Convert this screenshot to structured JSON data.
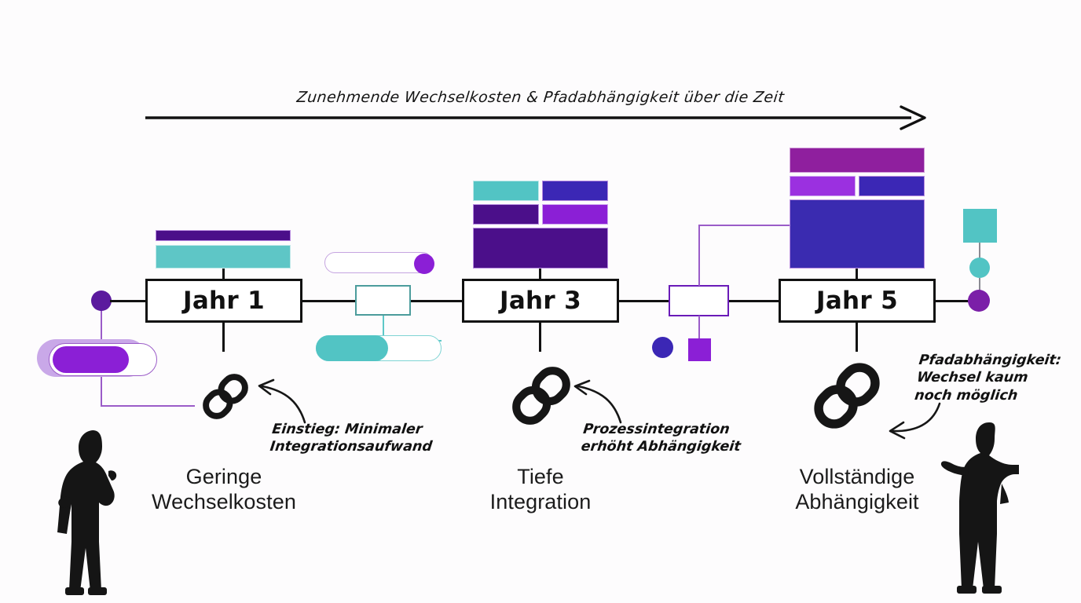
{
  "headline": "Zunehmende Wechselkosten & Pfadabhängigkeit über die Zeit",
  "milestones": [
    {
      "label": "Jahr 1",
      "caption": "Geringe\nWechselkosten"
    },
    {
      "label": "Jahr 3",
      "caption": "Tiefe\nIntegration"
    },
    {
      "label": "Jahr 5",
      "caption": "Vollständige\nAbhängigkeit"
    }
  ],
  "annotations": [
    {
      "name": "annotation-year1",
      "text": "Einstieg: Minimaler\nIntegrationsaufwand"
    },
    {
      "name": "annotation-year3",
      "text": "Prozessintegration\nerhöht Abhängigkeit"
    },
    {
      "name": "annotation-year5",
      "text": "Pfadabhängigkeit:\nWechsel kaum\nnoch möglich"
    }
  ],
  "icons": {
    "chain": "chain-link-icon",
    "arrow": "curved-arrow-icon",
    "timeline_arrow": "timeline-arrow-icon",
    "person_left": "businessman-phone-silhouette",
    "person_right": "businessman-gesturing-silhouette"
  },
  "colors": {
    "teal": "#52c4c4",
    "teal_light": "#6fcccc",
    "purple_dark": "#4b0f8a",
    "purple": "#8b1fd6",
    "purple_mid": "#6a1b9a",
    "indigo": "#3b27b5",
    "indigo_deep": "#3a2bb0",
    "magenta": "#8f1f9e",
    "violet": "#9b30e0",
    "line_purple": "#9b5cc8",
    "black": "#111111",
    "background": "#fdfcfd"
  },
  "chart_data": {
    "type": "diagram",
    "title": "Zunehmende Wechselkosten & Pfadabhängigkeit über die Zeit",
    "stages": [
      {
        "milestone": "Jahr 1",
        "caption": "Geringe Wechselkosten",
        "annotation": "Einstieg: Minimaler Integrationsaufwand",
        "stack_blocks": [
          {
            "color": "#4b0f8a",
            "width": 172,
            "height": 14
          },
          {
            "color": "#5ec6c6",
            "width": 172,
            "height": 30
          }
        ],
        "stack_total_height": 48,
        "relative_dependency": 1
      },
      {
        "milestone": "Jahr 3",
        "caption": "Tiefe Integration",
        "annotation": "Prozessintegration erhöht Abhängigkeit",
        "stack_blocks": [
          {
            "color": "#52c4c4",
            "width": 84,
            "height": 26
          },
          {
            "color": "#3b27b5",
            "width": 84,
            "height": 26
          },
          {
            "color": "#4b0f8a",
            "width": 84,
            "height": 26
          },
          {
            "color": "#8b1fd6",
            "width": 84,
            "height": 26
          },
          {
            "color": "#4b0f8a",
            "width": 172,
            "height": 52
          }
        ],
        "stack_total_height": 108,
        "relative_dependency": 2
      },
      {
        "milestone": "Jahr 5",
        "caption": "Vollständige Abhängigkeit",
        "annotation": "Pfadabhängigkeit: Wechsel kaum noch möglich",
        "stack_blocks": [
          {
            "color": "#8f1f9e",
            "width": 172,
            "height": 32
          },
          {
            "color": "#9b30e0",
            "width": 84,
            "height": 26
          },
          {
            "color": "#3b27b5",
            "width": 84,
            "height": 26
          },
          {
            "color": "#3a2bb0",
            "width": 172,
            "height": 88
          }
        ],
        "stack_total_height": 150,
        "relative_dependency": 3
      }
    ],
    "axis": "time",
    "direction": "left-to-right increasing"
  }
}
